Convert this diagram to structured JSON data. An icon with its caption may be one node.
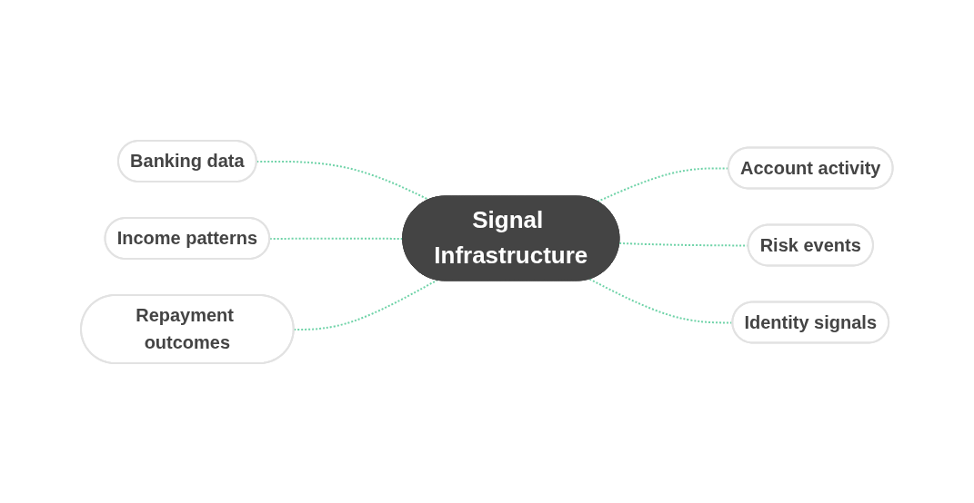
{
  "diagram": {
    "nodes": [
      {
        "text": [
          "Banking data"
        ]
      },
      {
        "text": [
          "Account activity"
        ]
      },
      {
        "text": [
          "Signal Infrastructure"
        ]
      },
      {
        "text": [
          "Income patterns"
        ]
      },
      {
        "text": [
          "Risk events"
        ]
      },
      {
        "text": [
          "Repayment outcomes"
        ]
      },
      {
        "text": [
          "Identity signals"
        ]
      }
    ],
    "edges": [
      {
        "from": 0,
        "to": 2,
        "arrow": "none",
        "style": "dashed"
      },
      {
        "from": 2,
        "to": 1,
        "arrow": "none",
        "style": "dashed"
      },
      {
        "from": 3,
        "to": 2,
        "arrow": "none",
        "style": "dashed"
      },
      {
        "from": 2,
        "to": 4,
        "arrow": "none",
        "style": "dashed"
      },
      {
        "from": 5,
        "to": 2,
        "arrow": "none",
        "style": "dashed"
      },
      {
        "from": 2,
        "to": 6,
        "arrow": "none",
        "style": "dashed"
      }
    ]
  }
}
